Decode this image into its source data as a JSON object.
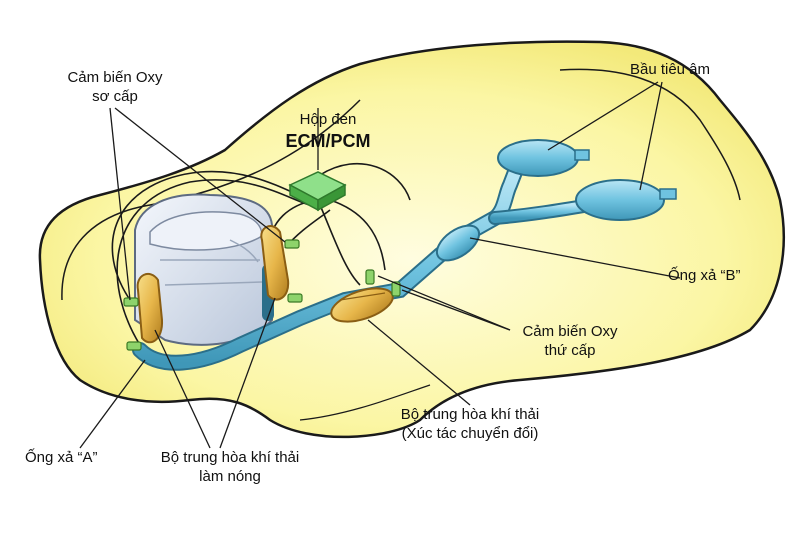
{
  "labels": {
    "primary_sensor": {
      "line1": "Cảm biến Oxy",
      "line2": "sơ cấp"
    },
    "ecm": {
      "line1": "Hộp đen",
      "line2": "ECM/PCM"
    },
    "muffler": "Bầu tiêu âm",
    "pipe_b": "Ống xả “B”",
    "secondary_sensor": {
      "line1": "Cảm biến Oxy",
      "line2": "thứ cấp"
    },
    "main_converter": {
      "line1": "Bộ trung hòa khí thải",
      "line2": "(Xúc tác chuyển đổi)"
    },
    "pipe_a": "Ống xả “A”",
    "warmup_converter": {
      "line1": "Bộ trung hòa khí thải",
      "line2": "làm nóng"
    }
  },
  "colors": {
    "car_body": "#fbf6a4",
    "car_outline": "#1a1a1a",
    "pipe": "#6fc3e0",
    "converter": "#e7b64a",
    "ecm_box": "#5fc85a",
    "sensor": "#8ed36b",
    "engine": "#dfe6f2"
  }
}
